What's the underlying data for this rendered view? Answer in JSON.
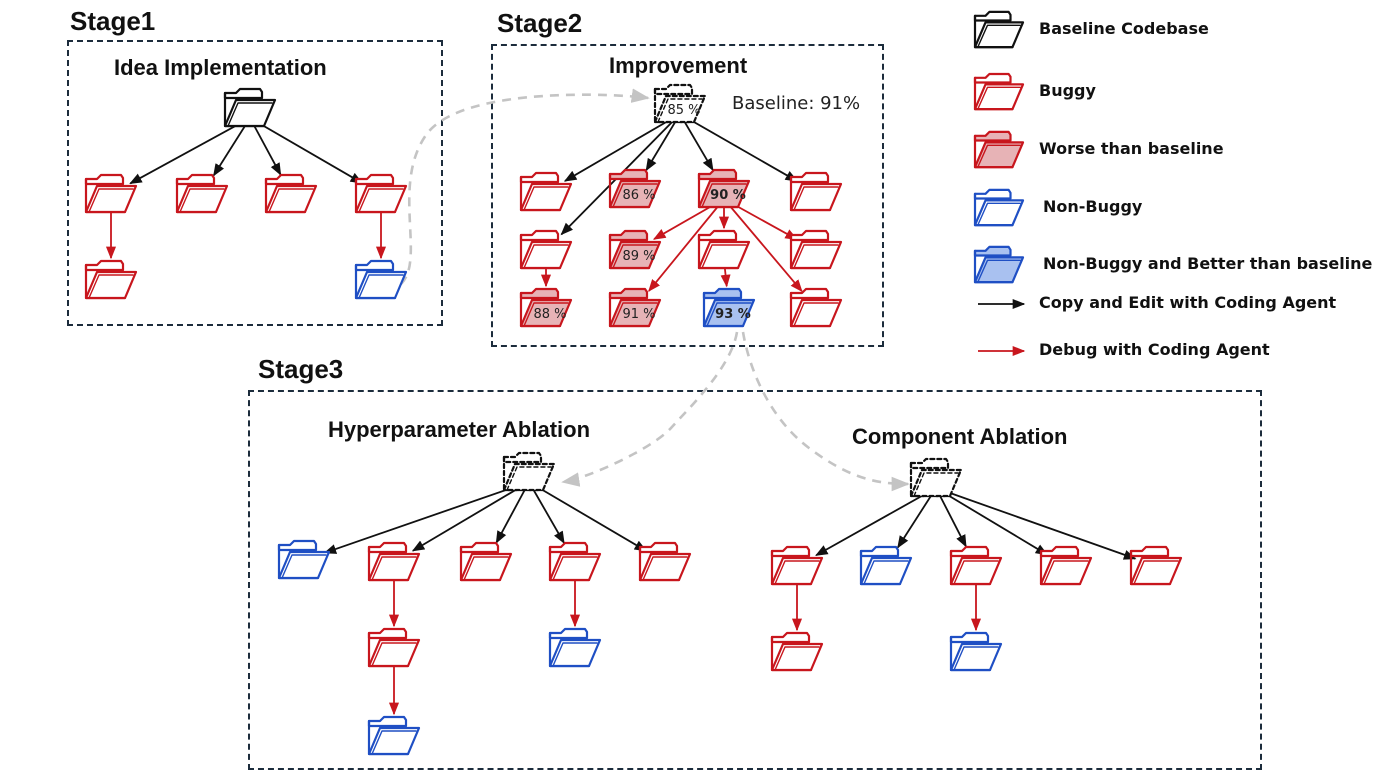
{
  "stages": {
    "stage1": {
      "label": "Stage1",
      "title": "Idea Implementation"
    },
    "stage2": {
      "label": "Stage2",
      "title": "Improvement",
      "baseline_note": "Baseline: 91%"
    },
    "stage3": {
      "label": "Stage3",
      "hyper_title": "Hyperparameter Ablation",
      "component_title": "Component Ablation"
    }
  },
  "legend": [
    {
      "kind": "baseline",
      "label": "Baseline Codebase"
    },
    {
      "kind": "buggy",
      "label": "Buggy"
    },
    {
      "kind": "worse",
      "label": "Worse than baseline"
    },
    {
      "kind": "nonbuggy",
      "label": "Non-Buggy"
    },
    {
      "kind": "better",
      "label": "Non-Buggy and Better than baseline"
    },
    {
      "kind": "copy_arrow",
      "label": "Copy and Edit with Coding Agent"
    },
    {
      "kind": "debug_arrow",
      "label": "Debug with Coding Agent"
    }
  ],
  "colors": {
    "buggy": "#c8161d",
    "worse_fill": "#e7b3b6",
    "nonbuggy": "#1f4fc4",
    "better_fill": "#a9c1f0",
    "baseline": "#111111",
    "copy_arrow": "#111111",
    "debug_arrow": "#c8161d",
    "transfer": "#c4c4c4",
    "box_border": "#1c2c3c"
  },
  "nodes": [
    {
      "id": "s1_root",
      "kind": "baseline"
    },
    {
      "id": "s1_a",
      "kind": "buggy"
    },
    {
      "id": "s1_b",
      "kind": "buggy"
    },
    {
      "id": "s1_c",
      "kind": "buggy"
    },
    {
      "id": "s1_d",
      "kind": "buggy"
    },
    {
      "id": "s1_a1",
      "kind": "buggy"
    },
    {
      "id": "s1_d1",
      "kind": "nonbuggy"
    },
    {
      "id": "s2_root",
      "kind": "baseline_dashed",
      "label": "85 %"
    },
    {
      "id": "s2_a",
      "kind": "buggy"
    },
    {
      "id": "s2_b",
      "kind": "worse",
      "label": "86 %"
    },
    {
      "id": "s2_c",
      "kind": "worse",
      "label": "90 %",
      "bold": true
    },
    {
      "id": "s2_d",
      "kind": "buggy"
    },
    {
      "id": "s2_a1",
      "kind": "buggy"
    },
    {
      "id": "s2_a2",
      "kind": "worse",
      "label": "88 %"
    },
    {
      "id": "s2_c1",
      "kind": "worse",
      "label": "89 %"
    },
    {
      "id": "s2_c2",
      "kind": "buggy"
    },
    {
      "id": "s2_c3",
      "kind": "buggy"
    },
    {
      "id": "s2_c4",
      "kind": "worse",
      "label": "91 %"
    },
    {
      "id": "s2_c5",
      "kind": "better",
      "label": "93 %",
      "bold": true
    },
    {
      "id": "s2_c6",
      "kind": "buggy"
    },
    {
      "id": "s3h_root",
      "kind": "baseline_dashed"
    },
    {
      "id": "s3h_a",
      "kind": "nonbuggy"
    },
    {
      "id": "s3h_b",
      "kind": "buggy"
    },
    {
      "id": "s3h_c",
      "kind": "buggy"
    },
    {
      "id": "s3h_d",
      "kind": "buggy"
    },
    {
      "id": "s3h_e",
      "kind": "buggy"
    },
    {
      "id": "s3h_b1",
      "kind": "buggy"
    },
    {
      "id": "s3h_b2",
      "kind": "nonbuggy"
    },
    {
      "id": "s3h_d1",
      "kind": "nonbuggy"
    },
    {
      "id": "s3c_root",
      "kind": "baseline_dashed"
    },
    {
      "id": "s3c_a",
      "kind": "buggy"
    },
    {
      "id": "s3c_b",
      "kind": "nonbuggy"
    },
    {
      "id": "s3c_c",
      "kind": "buggy"
    },
    {
      "id": "s3c_d",
      "kind": "buggy"
    },
    {
      "id": "s3c_e",
      "kind": "buggy"
    },
    {
      "id": "s3c_a1",
      "kind": "buggy"
    },
    {
      "id": "s3c_c1",
      "kind": "nonbuggy"
    }
  ],
  "edges": [
    {
      "from": "s1_root",
      "to": "s1_a",
      "type": "copy"
    },
    {
      "from": "s1_root",
      "to": "s1_b",
      "type": "copy"
    },
    {
      "from": "s1_root",
      "to": "s1_c",
      "type": "copy"
    },
    {
      "from": "s1_root",
      "to": "s1_d",
      "type": "copy"
    },
    {
      "from": "s1_a",
      "to": "s1_a1",
      "type": "debug"
    },
    {
      "from": "s1_d",
      "to": "s1_d1",
      "type": "debug"
    },
    {
      "from": "s2_root",
      "to": "s2_a",
      "type": "copy"
    },
    {
      "from": "s2_root",
      "to": "s2_b",
      "type": "copy"
    },
    {
      "from": "s2_root",
      "to": "s2_c",
      "type": "copy"
    },
    {
      "from": "s2_root",
      "to": "s2_d",
      "type": "copy"
    },
    {
      "from": "s2_root",
      "to": "s2_a1",
      "type": "copy"
    },
    {
      "from": "s2_a1",
      "to": "s2_a2",
      "type": "debug"
    },
    {
      "from": "s2_c",
      "to": "s2_c1",
      "type": "debug"
    },
    {
      "from": "s2_c",
      "to": "s2_c2",
      "type": "debug"
    },
    {
      "from": "s2_c",
      "to": "s2_c3",
      "type": "debug"
    },
    {
      "from": "s2_c",
      "to": "s2_c4",
      "type": "debug"
    },
    {
      "from": "s2_c",
      "to": "s2_c6",
      "type": "debug"
    },
    {
      "from": "s2_c2",
      "to": "s2_c5",
      "type": "debug"
    },
    {
      "from": "s3h_root",
      "to": "s3h_a",
      "type": "copy"
    },
    {
      "from": "s3h_root",
      "to": "s3h_b",
      "type": "copy"
    },
    {
      "from": "s3h_root",
      "to": "s3h_c",
      "type": "copy"
    },
    {
      "from": "s3h_root",
      "to": "s3h_d",
      "type": "copy"
    },
    {
      "from": "s3h_root",
      "to": "s3h_e",
      "type": "copy"
    },
    {
      "from": "s3h_b",
      "to": "s3h_b1",
      "type": "debug"
    },
    {
      "from": "s3h_b1",
      "to": "s3h_b2",
      "type": "debug"
    },
    {
      "from": "s3h_d",
      "to": "s3h_d1",
      "type": "debug"
    },
    {
      "from": "s3c_root",
      "to": "s3c_a",
      "type": "copy"
    },
    {
      "from": "s3c_root",
      "to": "s3c_b",
      "type": "copy"
    },
    {
      "from": "s3c_root",
      "to": "s3c_c",
      "type": "copy"
    },
    {
      "from": "s3c_root",
      "to": "s3c_d",
      "type": "copy"
    },
    {
      "from": "s3c_root",
      "to": "s3c_e",
      "type": "copy"
    },
    {
      "from": "s3c_a",
      "to": "s3c_a1",
      "type": "debug"
    },
    {
      "from": "s3c_c",
      "to": "s3c_c1",
      "type": "debug"
    },
    {
      "from": "s1_d1",
      "to": "s2_root",
      "type": "transfer"
    },
    {
      "from": "s2_c5",
      "to": "s3h_root",
      "type": "transfer"
    },
    {
      "from": "s2_c5",
      "to": "s3c_root",
      "type": "transfer"
    }
  ]
}
